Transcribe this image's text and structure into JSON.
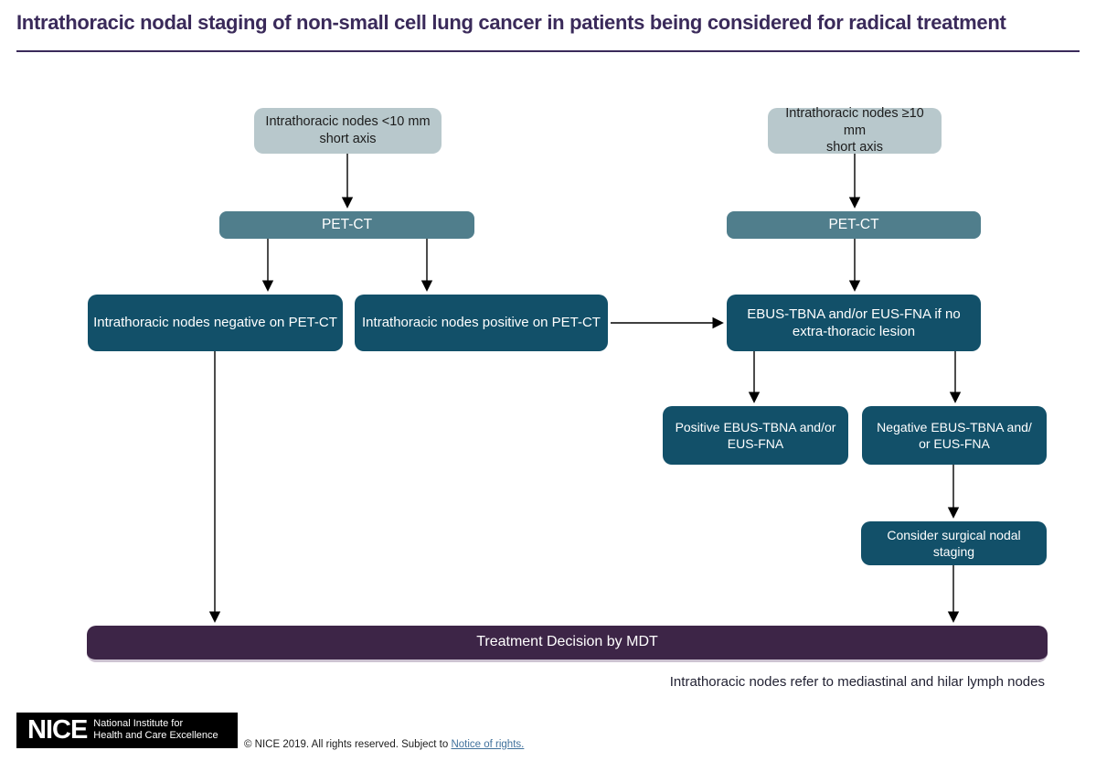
{
  "title": "Intrathoracic nodal staging of non-small cell lung cancer in patients being considered for radical treatment",
  "nodes": {
    "small_nodes": "Intrathoracic nodes <10 mm\nshort axis",
    "large_nodes": "Intrathoracic nodes ≥10 mm\nshort axis",
    "petct_left": "PET-CT",
    "petct_right": "PET-CT",
    "negative_petct": "Intrathoracic nodes negative on PET-CT",
    "positive_petct": "Intrathoracic nodes positive on PET-CT",
    "ebus_eus": "EBUS-TBNA and/or EUS-FNA if no\nextra-thoracic lesion",
    "positive_ebus": "Positive EBUS-TBNA and/or\nEUS-FNA",
    "negative_ebus": "Negative EBUS-TBNA and/\nor EUS-FNA",
    "surgical_staging": "Consider surgical nodal\nstaging",
    "mdt": "Treatment Decision by MDT"
  },
  "edges": [
    {
      "from": "small_nodes",
      "to": "petct_left"
    },
    {
      "from": "large_nodes",
      "to": "petct_right"
    },
    {
      "from": "petct_left",
      "to": "negative_petct"
    },
    {
      "from": "petct_left",
      "to": "positive_petct"
    },
    {
      "from": "petct_right",
      "to": "ebus_eus"
    },
    {
      "from": "positive_petct",
      "to": "ebus_eus"
    },
    {
      "from": "ebus_eus",
      "to": "positive_ebus"
    },
    {
      "from": "ebus_eus",
      "to": "negative_ebus"
    },
    {
      "from": "negative_ebus",
      "to": "surgical_staging"
    },
    {
      "from": "surgical_staging",
      "to": "mdt"
    },
    {
      "from": "negative_petct",
      "to": "mdt"
    }
  ],
  "footnote": "Intrathoracic nodes refer to mediastinal and hilar lymph nodes",
  "footer": {
    "logo_text": "NICE",
    "logo_subtext_line1": "National Institute for",
    "logo_subtext_line2": "Health and Care Excellence",
    "copyright_prefix": "© NICE 2019. All rights reserved. Subject to ",
    "copyright_link": "Notice of rights."
  },
  "colors": {
    "title_purple": "#3a2a5a",
    "light_node": "#b8c8cc",
    "mid_node": "#507e8c",
    "dark_node": "#125069",
    "mdt_bar": "#3d2547",
    "link_blue": "#41719c",
    "arrow": "#000000"
  }
}
